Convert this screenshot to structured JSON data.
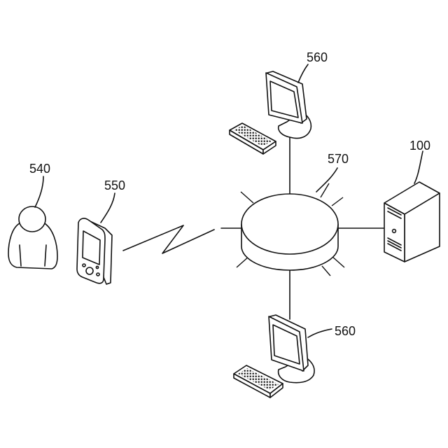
{
  "diagram": {
    "labels": {
      "user": "540",
      "mobile_terminal": "550",
      "network": "570",
      "server": "100",
      "terminal_top": "560",
      "terminal_bottom": "560"
    }
  }
}
